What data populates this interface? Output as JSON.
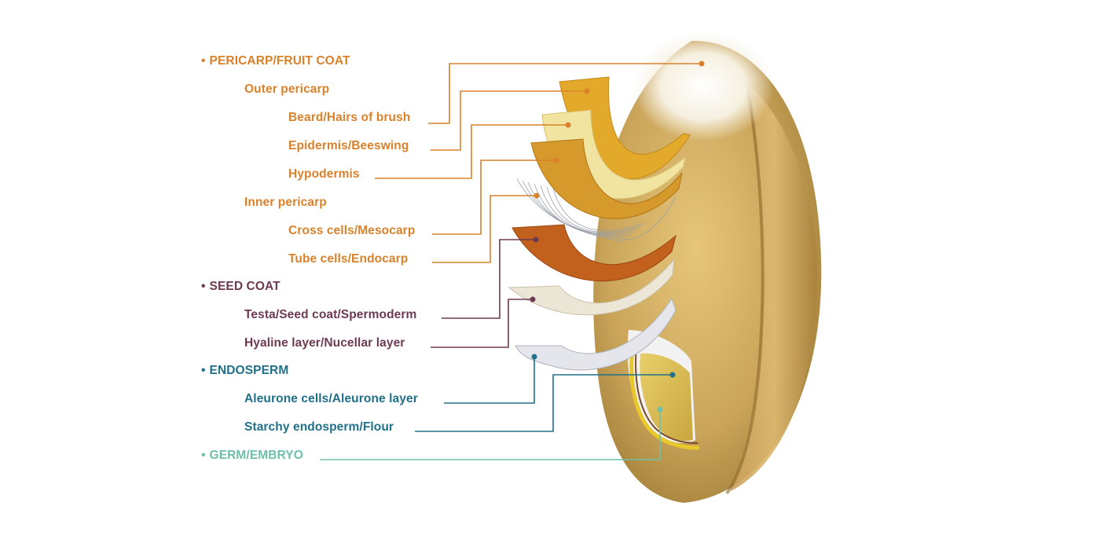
{
  "colors": {
    "pericarp": "#d9822b",
    "seed_coat": "#6e3a52",
    "endosperm": "#1f7088",
    "germ": "#6fc0aa"
  },
  "labels": {
    "pericarp": "PERICARP/FRUIT COAT",
    "outer_pericarp": "Outer pericarp",
    "beard": "Beard/Hairs of brush",
    "epidermis": "Epidermis/Beeswing",
    "hypodermis": "Hypodermis",
    "inner_pericarp": "Inner pericarp",
    "cross_cells": "Cross cells/Mesocarp",
    "tube_cells": "Tube cells/Endocarp",
    "seed_coat": "SEED COAT",
    "testa": "Testa/Seed coat/Spermoderm",
    "hyaline": "Hyaline layer/Nucellar layer",
    "endosperm": "ENDOSPERM",
    "aleurone": "Aleurone cells/Aleurone layer",
    "starchy": "Starchy endosperm/Flour",
    "germ": "GERM/EMBRYO"
  },
  "bullet": "•"
}
